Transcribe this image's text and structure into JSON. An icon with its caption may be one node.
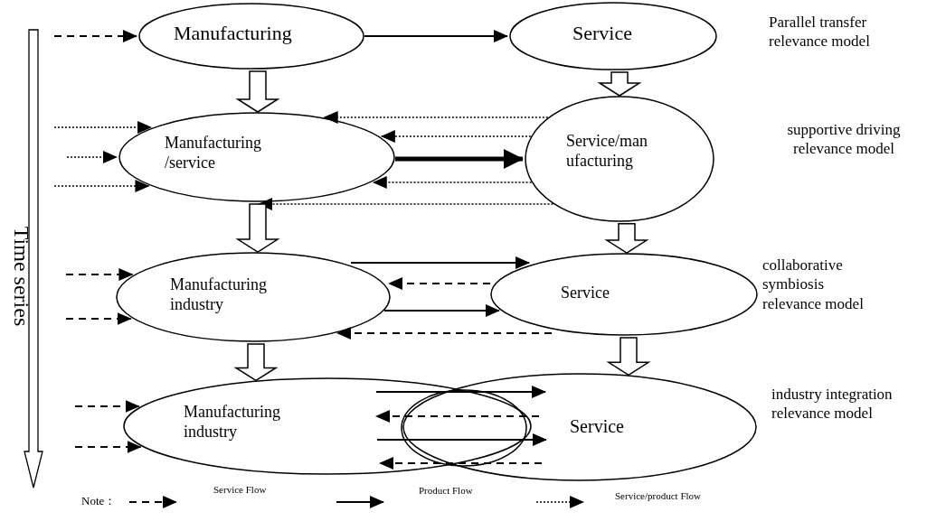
{
  "diagram": {
    "nodes": [
      {
        "text": [
          "Manufacturing"
        ]
      },
      {
        "text": [
          "Service"
        ]
      },
      {
        "text": [
          "Manufacturing /service"
        ]
      },
      {
        "text": [
          "Service/man ufacturing"
        ]
      },
      {
        "text": [
          "Manufacturing industry"
        ]
      },
      {
        "text": [
          "Service"
        ]
      },
      {
        "text": [
          "Manufacturing industry"
        ]
      },
      {
        "text": [
          "Service"
        ]
      }
    ],
    "edges": [
      {
        "from": null,
        "to": 0,
        "arrow": "to",
        "style": "dashed"
      },
      {
        "from": 0,
        "to": 1,
        "arrow": "to"
      },
      {
        "from": 0,
        "to": 2,
        "arrow": "to",
        "style": "thick"
      },
      {
        "from": 1,
        "to": 3,
        "arrow": "to",
        "style": "thick"
      },
      {
        "from": null,
        "to": 2,
        "arrow": "to",
        "style": "dashed"
      },
      {
        "from": null,
        "to": 2,
        "arrow": "to",
        "style": "dashed"
      },
      {
        "from": null,
        "to": 2,
        "arrow": "to",
        "style": "dashed"
      },
      {
        "from": 3,
        "to": 2,
        "arrow": "to",
        "style": "dashed"
      },
      {
        "from": 3,
        "to": 2,
        "arrow": "to",
        "style": "dashed"
      },
      {
        "from": 2,
        "to": 3,
        "arrow": "to",
        "style": "thick"
      },
      {
        "from": 3,
        "to": 2,
        "arrow": "to",
        "style": "dashed"
      },
      {
        "from": 3,
        "to": 2,
        "arrow": "to",
        "style": "dashed"
      },
      {
        "from": 2,
        "to": 4,
        "arrow": "to",
        "style": "thick"
      },
      {
        "from": 3,
        "to": 5,
        "arrow": "to",
        "style": "thick"
      },
      {
        "from": null,
        "to": 4,
        "arrow": "to",
        "style": "dashed"
      },
      {
        "from": null,
        "to": 4,
        "arrow": "to",
        "style": "dashed"
      },
      {
        "from": 4,
        "to": 5,
        "arrow": "to"
      },
      {
        "from": 5,
        "to": 4,
        "arrow": "to",
        "style": "dashed"
      },
      {
        "from": 4,
        "to": 5,
        "arrow": "to"
      },
      {
        "from": 5,
        "to": 4,
        "arrow": "to",
        "style": "dashed"
      },
      {
        "from": 4,
        "to": 6,
        "arrow": "to",
        "style": "thick"
      },
      {
        "from": 5,
        "to": 7,
        "arrow": "to",
        "style": "thick"
      },
      {
        "from": null,
        "to": 6,
        "arrow": "to",
        "style": "dashed"
      },
      {
        "from": null,
        "to": 6,
        "arrow": "to",
        "style": "dashed"
      },
      {
        "from": 6,
        "to": 7,
        "arrow": "to"
      },
      {
        "from": 7,
        "to": 6,
        "arrow": "to",
        "style": "dashed"
      },
      {
        "from": 6,
        "to": 7,
        "arrow": "to"
      },
      {
        "from": 7,
        "to": 6,
        "arrow": "to",
        "style": "dashed"
      }
    ],
    "labels": [
      "Time series",
      "Parallel transfer relevance model",
      "supportive driving relevance model",
      "collaborative symbiosis relevance model",
      "industry integration relevance model",
      "Note："
    ],
    "legend": [
      {
        "text": "Service Flow"
      },
      {
        "text": "Product Flow"
      },
      {
        "text": "Service/product Flow"
      }
    ]
  }
}
